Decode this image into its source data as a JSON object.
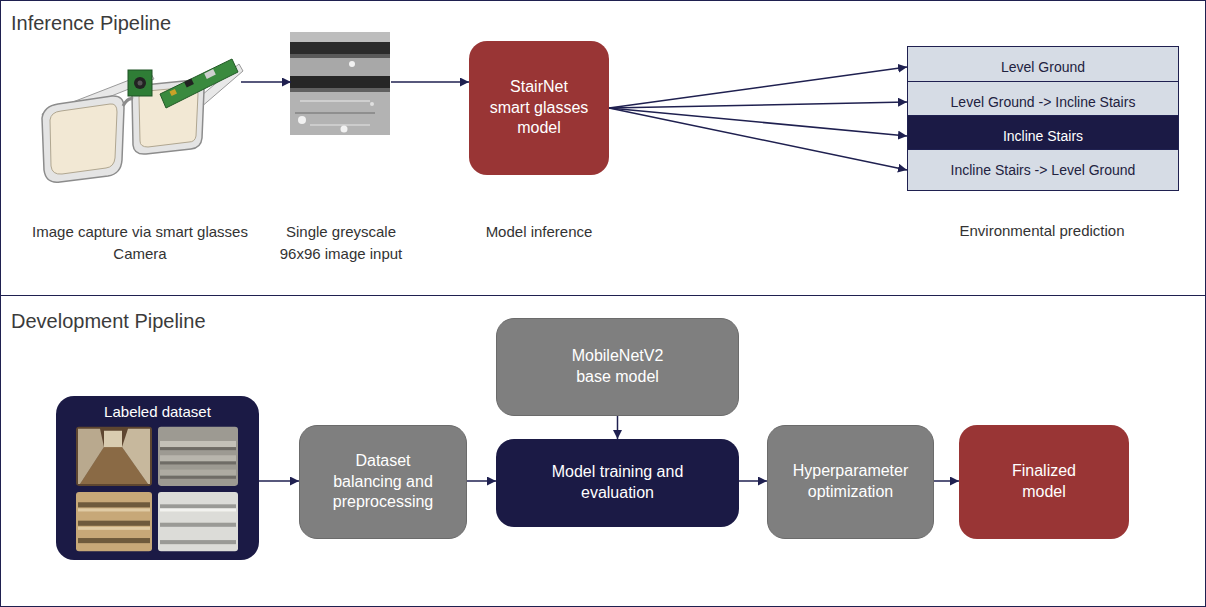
{
  "diagram": {
    "nodes": [
      {
        "text": [
          "Inference Pipeline"
        ]
      },
      {
        "text": [
          "Image capture via smart glasses Camera"
        ],
        "in": 0
      },
      {
        "text": [
          "Single greyscale 96x96 image input"
        ],
        "in": 0
      },
      {
        "text": [
          "StairNet smart glasses model",
          "Model inference"
        ],
        "in": 0
      },
      {
        "text": [
          "Level Ground"
        ],
        "in": 0
      },
      {
        "text": [
          "Level Ground -> Incline Stairs"
        ],
        "in": 0
      },
      {
        "text": [
          "Incline Stairs"
        ],
        "in": 0
      },
      {
        "text": [
          "Incline Stairs -> Level Ground"
        ],
        "in": 0
      },
      {
        "text": [
          "Development Pipeline"
        ]
      },
      {
        "text": [
          "Labeled dataset"
        ],
        "in": 8
      },
      {
        "text": [
          "Dataset balancing and preprocessing"
        ],
        "in": 8
      },
      {
        "text": [
          "MobileNetV2 base model"
        ],
        "in": 8
      },
      {
        "text": [
          "Model training and evaluation"
        ],
        "in": 8
      },
      {
        "text": [
          "Hyperparameter optimization"
        ],
        "in": 8
      },
      {
        "text": [
          "Finalized model"
        ],
        "in": 8
      }
    ],
    "edges": [
      {
        "from": 1,
        "to": 2,
        "arrow": "to"
      },
      {
        "from": 2,
        "to": 3,
        "arrow": "to"
      },
      {
        "from": 3,
        "to": 4,
        "arrow": "to"
      },
      {
        "from": 3,
        "to": 5,
        "arrow": "to"
      },
      {
        "from": 3,
        "to": 6,
        "arrow": "to"
      },
      {
        "from": 3,
        "to": 7,
        "arrow": "to"
      },
      {
        "from": 9,
        "to": 10,
        "arrow": "to"
      },
      {
        "from": 10,
        "to": 12,
        "arrow": "to"
      },
      {
        "from": 11,
        "to": 12,
        "arrow": "to"
      },
      {
        "from": 12,
        "to": 13,
        "arrow": "to"
      },
      {
        "from": 13,
        "to": 14,
        "arrow": "to"
      }
    ],
    "labels": [
      "Environmental prediction"
    ]
  }
}
